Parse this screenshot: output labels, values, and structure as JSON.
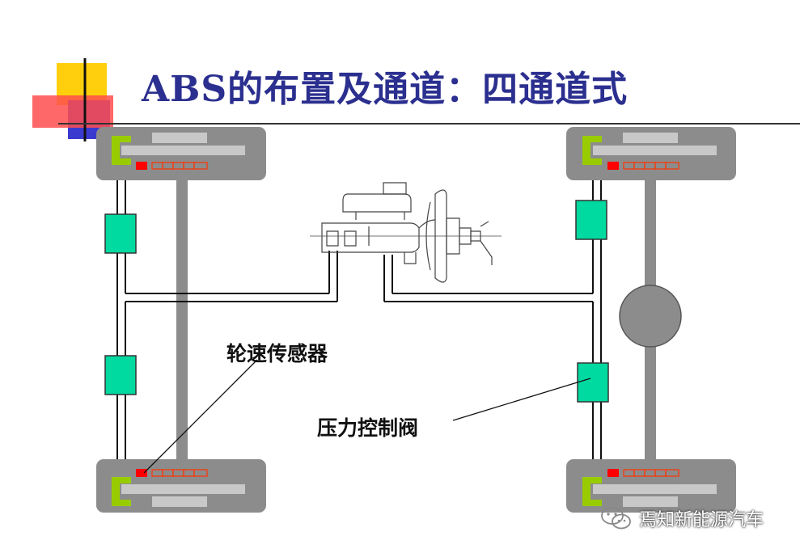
{
  "title": "ABS的布置及通道：四通道式",
  "labels": {
    "wheel_speed_sensor": "轮速传感器",
    "pressure_control_valve": "压力控制阀"
  },
  "watermark": {
    "text": "焉知新能源汽车",
    "icon": "wechat-icon"
  },
  "colors": {
    "title": "#2b2f8f",
    "wheel_body": "#8c8c8c",
    "valve": "#00d9a0",
    "sensor_red": "#ff0000",
    "bracket_green": "#99cc00",
    "deco_yellow": "#ffcc00",
    "deco_red": "#ff3333",
    "deco_blue": "#3333cc"
  }
}
